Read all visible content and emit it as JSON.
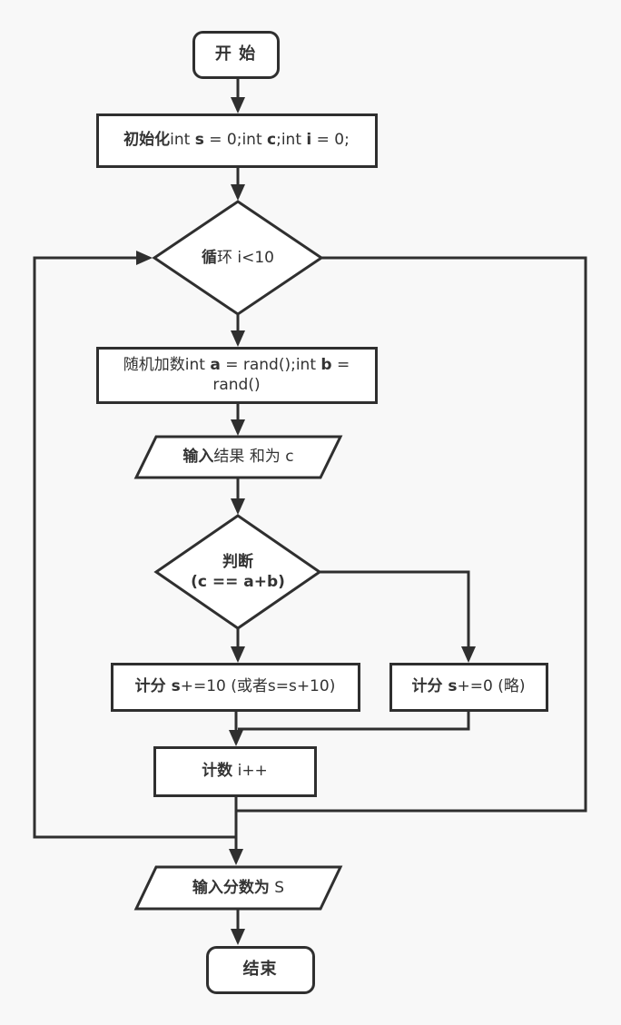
{
  "colors": {
    "background": "#f8f8f8",
    "node-fill": "#ffffff",
    "stroke": "#2f2f2f",
    "text": "#333333"
  },
  "flowchart": {
    "nodes": {
      "start": {
        "segments": [
          {
            "t": "开 始",
            "b": true
          }
        ]
      },
      "init": {
        "segments": [
          {
            "t": "初始化",
            "b": true
          },
          {
            "t": "int ",
            "b": false
          },
          {
            "t": "s",
            "b": true
          },
          {
            "t": " = 0;int ",
            "b": false
          },
          {
            "t": "c",
            "b": true
          },
          {
            "t": ";int ",
            "b": false
          },
          {
            "t": "i",
            "b": true
          },
          {
            "t": " = 0;",
            "b": false
          }
        ]
      },
      "loop": {
        "segments": [
          {
            "t": "循",
            "b": true
          },
          {
            "t": "环 i<10",
            "b": false
          }
        ]
      },
      "random_add": {
        "segments": [
          {
            "t": "随机加数int ",
            "b": false
          },
          {
            "t": "a",
            "b": true
          },
          {
            "t": " = rand();int ",
            "b": false
          },
          {
            "t": "b",
            "b": true
          },
          {
            "t": " =\nrand()",
            "b": false
          }
        ]
      },
      "input_result": {
        "segments": [
          {
            "t": "输入",
            "b": true
          },
          {
            "t": "结果 和为 c",
            "b": false
          }
        ]
      },
      "decision": {
        "segments": [
          {
            "t": "判断\n(c == a+b)",
            "b": true
          }
        ]
      },
      "score_add": {
        "segments": [
          {
            "t": "计分 s",
            "b": true
          },
          {
            "t": "+=10 (或者s=s+10)",
            "b": false
          }
        ]
      },
      "score_zero": {
        "segments": [
          {
            "t": "计分 s",
            "b": true
          },
          {
            "t": "+=0 (略)",
            "b": false
          }
        ]
      },
      "count": {
        "segments": [
          {
            "t": "计数",
            "b": true
          },
          {
            "t": " i++",
            "b": false
          }
        ]
      },
      "output_score": {
        "segments": [
          {
            "t": "输入分数为",
            "b": true
          },
          {
            "t": " S",
            "b": false
          }
        ]
      },
      "end": {
        "segments": [
          {
            "t": "结束",
            "b": true
          }
        ]
      }
    }
  }
}
